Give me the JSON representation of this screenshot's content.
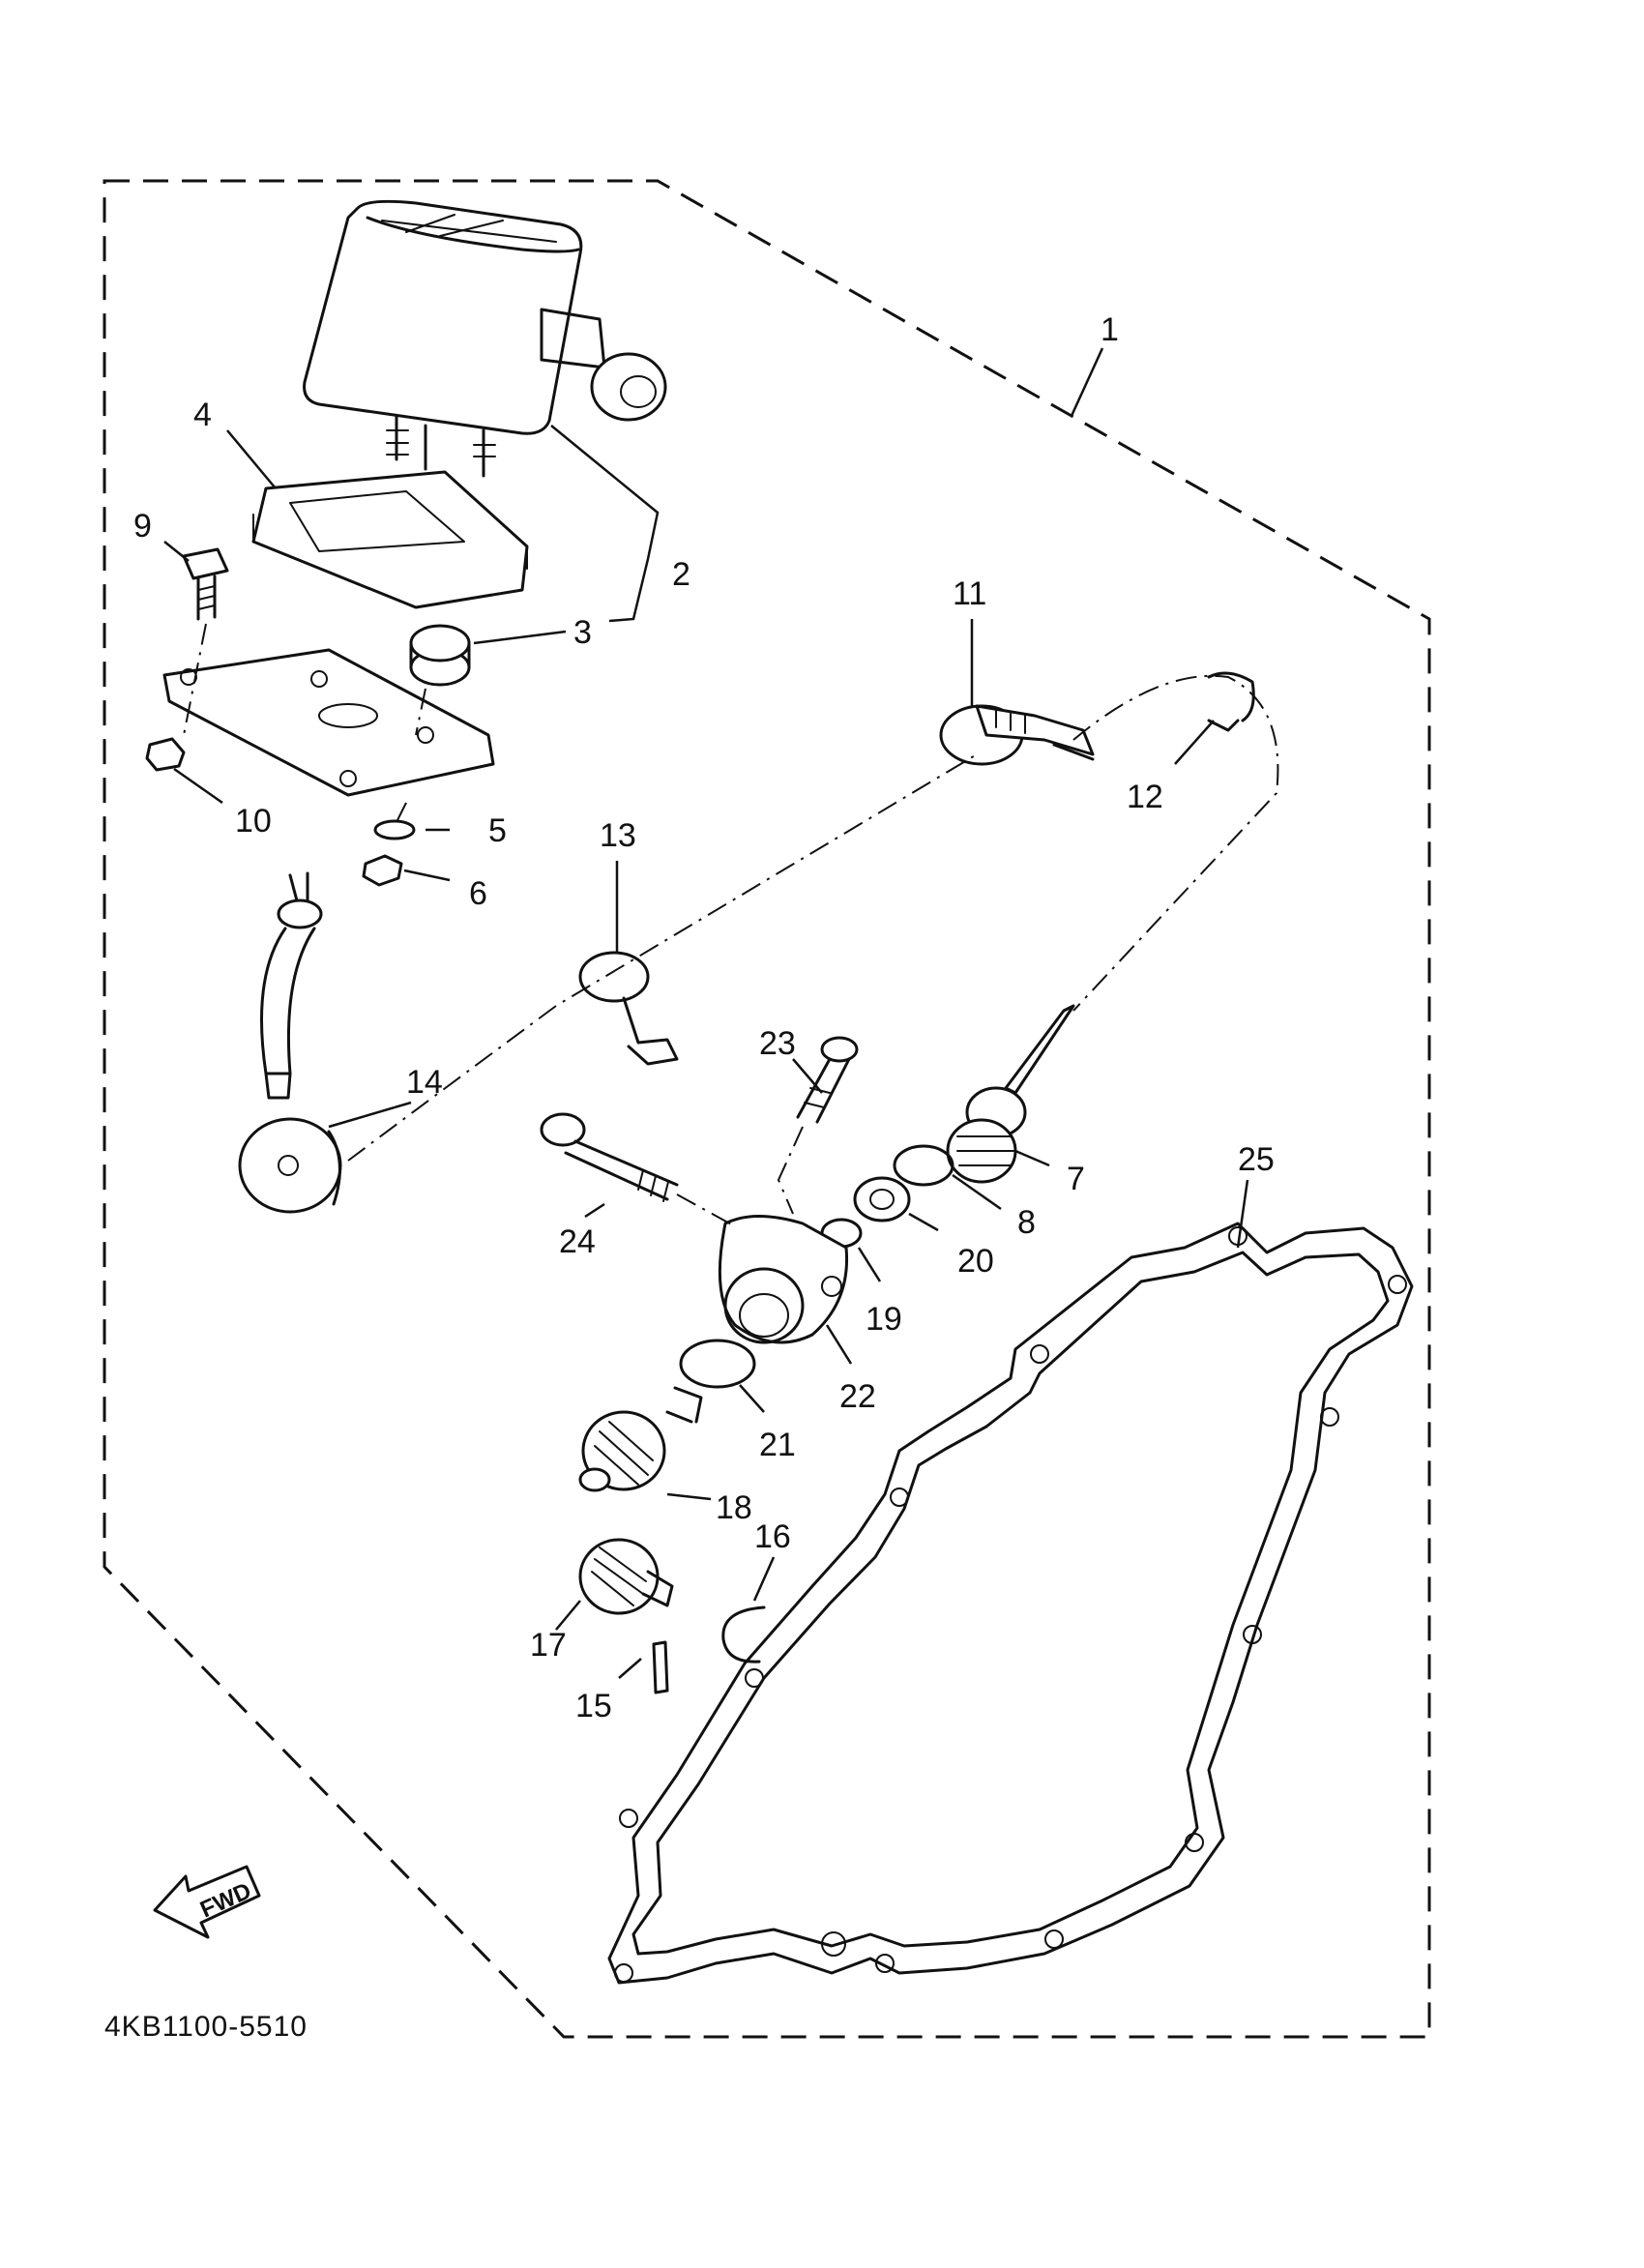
{
  "diagram": {
    "reference_code": "4KB1100-5510",
    "fwd_label": "FWD",
    "part_numbers": {
      "p1": "1",
      "p2": "2",
      "p3": "3",
      "p4": "4",
      "p5": "5",
      "p6": "6",
      "p7": "7",
      "p8": "8",
      "p9": "9",
      "p10": "10",
      "p11": "11",
      "p12": "12",
      "p13": "13",
      "p14": "14",
      "p15": "15",
      "p16": "16",
      "p17": "17",
      "p18": "18",
      "p19": "19",
      "p20": "20",
      "p21": "21",
      "p22": "22",
      "p23": "23",
      "p24": "24",
      "p25": "25"
    }
  },
  "colors": {
    "ink": "#111111",
    "paper": "#ffffff"
  }
}
